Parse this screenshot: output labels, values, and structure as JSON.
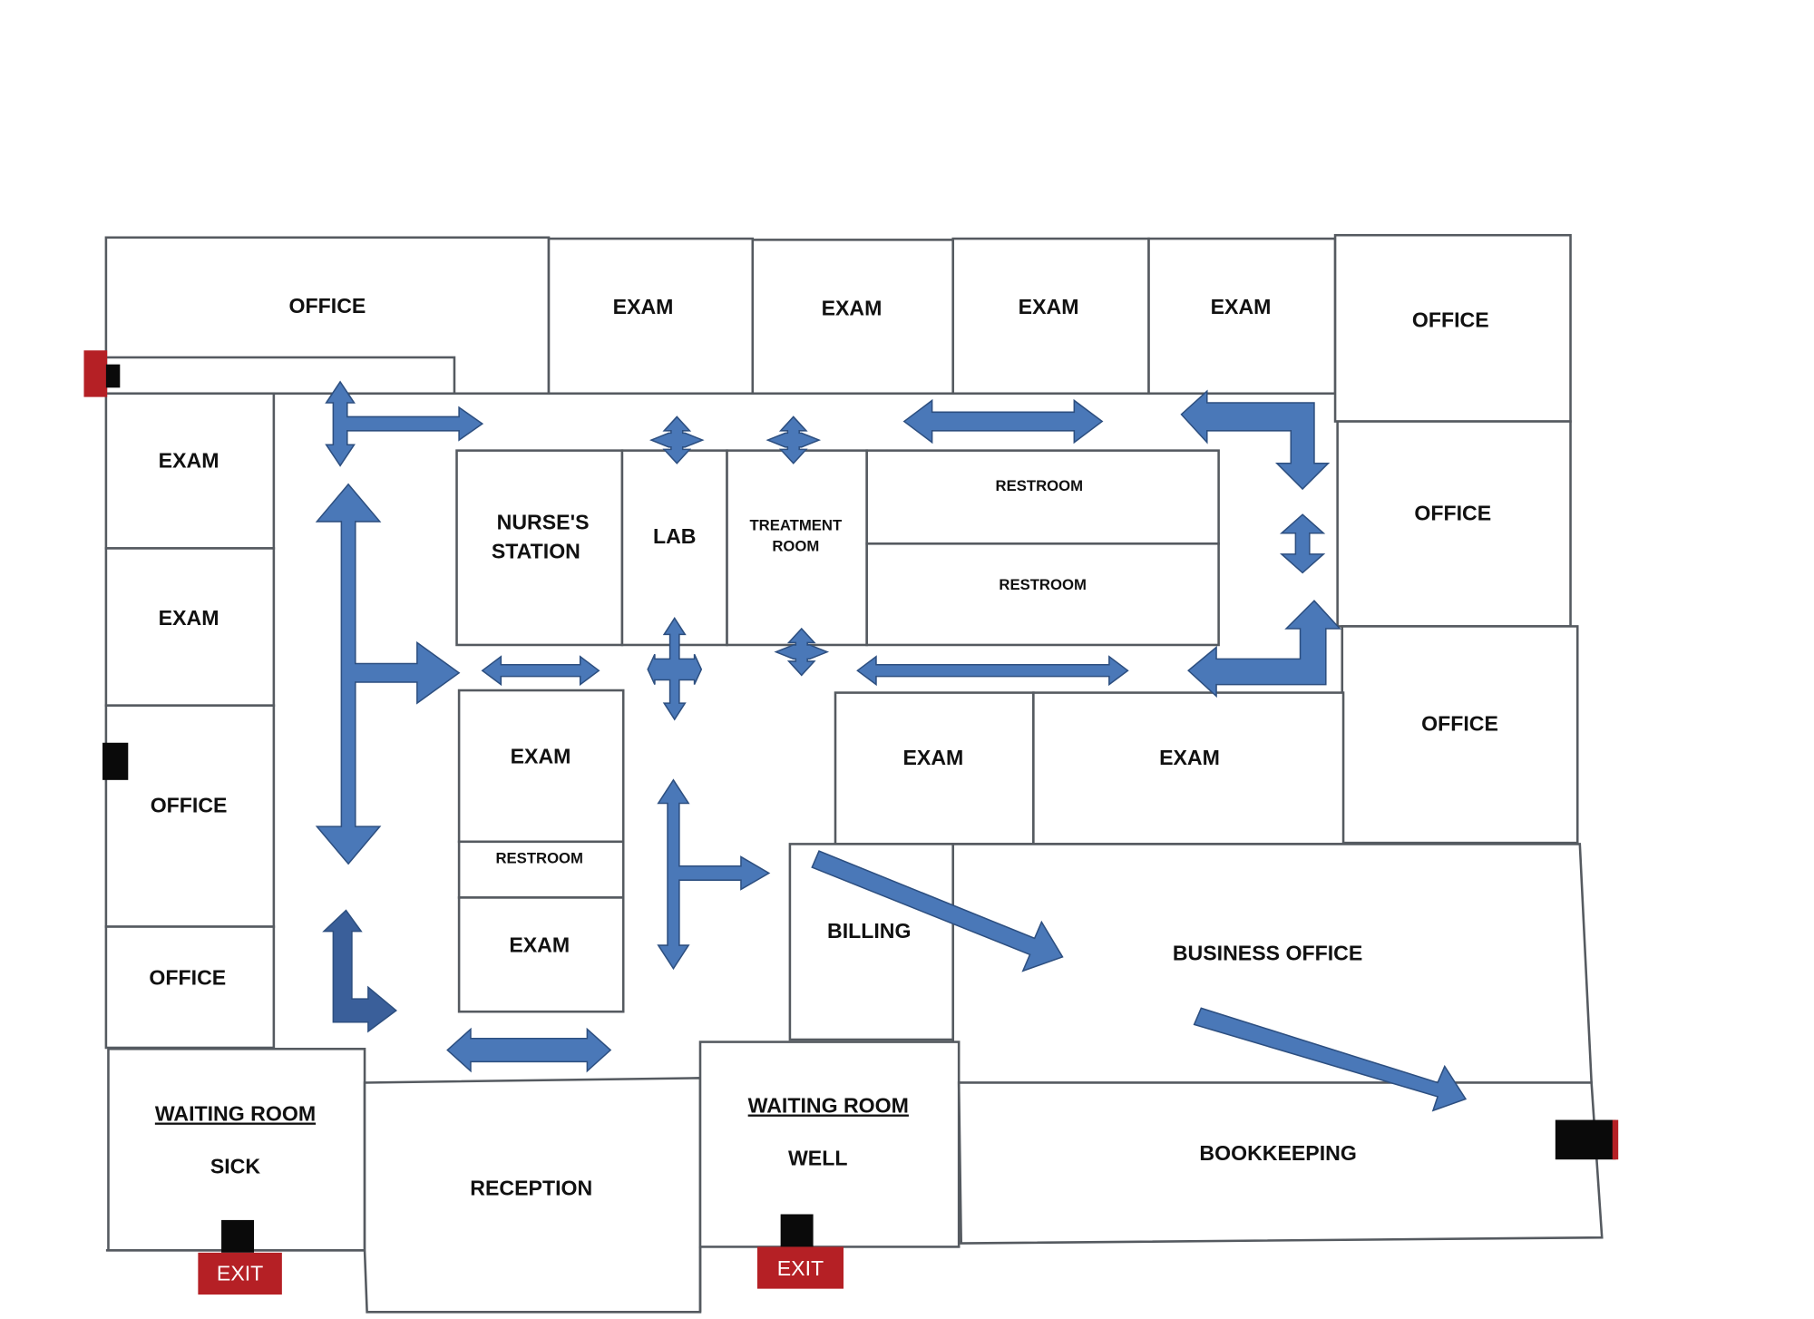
{
  "diagram": {
    "type": "floor_plan",
    "rooms": {
      "office_top_left": "OFFICE",
      "exam_top_1": "EXAM",
      "exam_top_2": "EXAM",
      "exam_top_3": "EXAM",
      "exam_top_4": "EXAM",
      "office_top_right": "OFFICE",
      "exam_left_1": "EXAM",
      "exam_left_2": "EXAM",
      "office_left_1": "OFFICE",
      "office_left_2": "OFFICE",
      "nurses_station_line1": "NURSE'S",
      "nurses_station_line2": "STATION",
      "lab": "LAB",
      "treatment_line1": "TREATMENT",
      "treatment_line2": "ROOM",
      "restroom_1": "RESTROOM",
      "restroom_2": "RESTROOM",
      "office_right_mid": "OFFICE",
      "office_right_low": "OFFICE",
      "exam_center_1": "EXAM",
      "restroom_center": "RESTROOM",
      "exam_center_2": "EXAM",
      "exam_mid_1": "EXAM",
      "exam_mid_2": "EXAM",
      "billing": "BILLING",
      "business_office": "BUSINESS OFFICE",
      "waiting_sick_title": "WAITING ROOM",
      "waiting_sick_sub": "SICK",
      "reception": "RECEPTION",
      "waiting_well_title": "WAITING ROOM",
      "waiting_well_sub": "WELL",
      "bookkeeping": "BOOKKEEPING"
    },
    "exits": [
      "EXIT",
      "EXIT"
    ],
    "colors": {
      "arrow": "#4a78b8",
      "exit": "#b52025",
      "door": "#0a0a0a",
      "wall": "#555a60"
    }
  }
}
